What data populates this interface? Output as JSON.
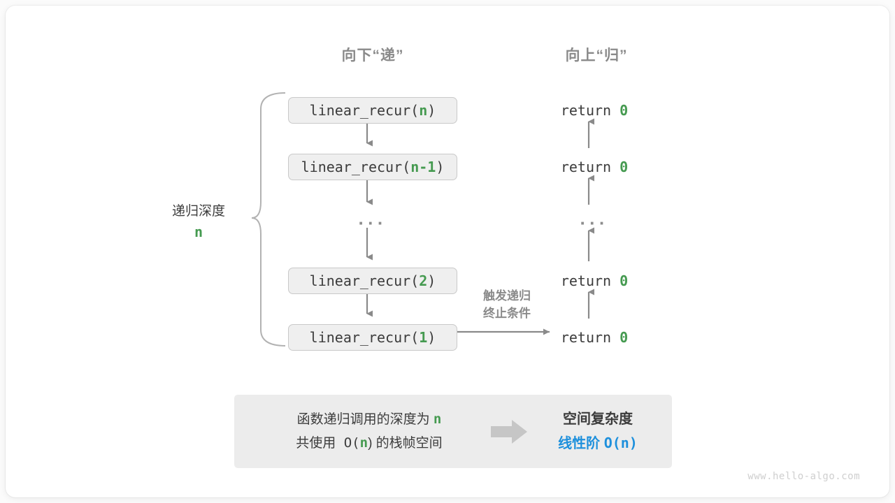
{
  "diagram": {
    "title_down": "向下“递”",
    "title_up": "向上“归”",
    "watermark": "www.hello-algo.com"
  },
  "brace": {
    "label": "递归深度",
    "depth_value": "n"
  },
  "call_stack": {
    "ellipsis": "···",
    "frames": [
      {
        "prefix": "linear_recur(",
        "arg": "n",
        "suffix": ")"
      },
      {
        "prefix": "linear_recur(",
        "arg": "n-1",
        "suffix": ")"
      },
      {
        "prefix": "linear_recur(",
        "arg": "2",
        "suffix": ")"
      },
      {
        "prefix": "linear_recur(",
        "arg": "1",
        "suffix": ")"
      }
    ]
  },
  "returns": {
    "ellipsis": "···",
    "items": [
      {
        "keyword": "return",
        "value": "0"
      },
      {
        "keyword": "return",
        "value": "0"
      },
      {
        "keyword": "return",
        "value": "0"
      },
      {
        "keyword": "return",
        "value": "0"
      }
    ]
  },
  "trigger_note": {
    "line1": "触发递归",
    "line2": "终止条件"
  },
  "summary": {
    "left_line1_text": "函数递归调用的深度为 ",
    "left_line1_n": "n",
    "left_line2_prefix": "共使用 O(",
    "left_line2_n": "n",
    "left_line2_suffix": ") 的栈帧空间",
    "right_title": "空间复杂度",
    "right_order_label": "线性阶 ",
    "right_order_value": "O(n)"
  },
  "colors": {
    "accent_green": "#459A50",
    "accent_blue": "#1E90DC",
    "line_gray": "#8a8a8a",
    "box_fill": "#efefef",
    "panel_fill": "#ececec"
  }
}
